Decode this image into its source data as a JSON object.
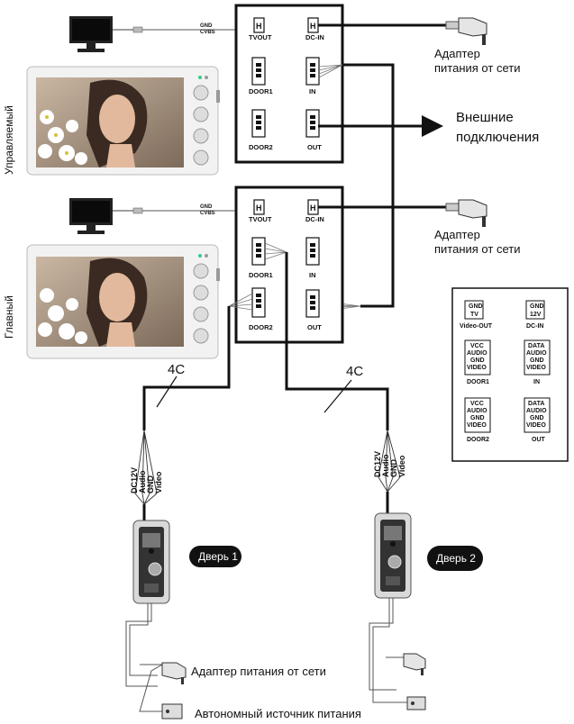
{
  "monitor_controlled": {
    "side_label": "Управляемый",
    "ports": {
      "tvout": "TVOUT",
      "dcin": "DC-IN",
      "door1": "DOOR1",
      "in": "IN",
      "door2": "DOOR2",
      "out": "OUT"
    },
    "tv_cable_label_1": "GND",
    "tv_cable_label_2": "CVBS"
  },
  "monitor_main": {
    "side_label": "Главный",
    "ports": {
      "tvout": "TVOUT",
      "dcin": "DC-IN",
      "door1": "DOOR1",
      "in": "IN",
      "door2": "DOOR2",
      "out": "OUT"
    },
    "tv_cable_label_1": "GND",
    "tv_cable_label_2": "CVBS"
  },
  "labels": {
    "adapter_top_1": "Адаптер",
    "adapter_top_2": "питания от сети",
    "adapter_mid_1": "Адаптер",
    "adapter_mid_2": "питания от сети",
    "external_1": "Внешние",
    "external_2": "подключения",
    "cable_left": "4C",
    "cable_right": "4C",
    "door1": "Дверь 1",
    "door2": "Дверь 2",
    "adapter_bottom": "Адаптер питания от сети",
    "autonomous": "Автономный источник питания"
  },
  "wires": [
    "DC12V",
    "Audio",
    "GND",
    "Video"
  ],
  "legend": {
    "tvout": [
      "GND",
      "TV",
      "Video-OUT"
    ],
    "dcin": [
      "GND",
      "12V",
      "DC-IN"
    ],
    "door1": [
      "VCC",
      "AUDIO",
      "GND",
      "VIDEO",
      "DOOR1"
    ],
    "in": [
      "DATA",
      "AUDIO",
      "GND",
      "VIDEO",
      "IN"
    ],
    "door2": [
      "VCC",
      "AUDIO",
      "GND",
      "VIDEO",
      "DOOR2"
    ],
    "out": [
      "DATA",
      "AUDIO",
      "GND",
      "VIDEO",
      "OUT"
    ]
  },
  "colors": {
    "line": "#111111",
    "door_badge": "#111111",
    "monitor_frame": "#f2f2f2"
  }
}
